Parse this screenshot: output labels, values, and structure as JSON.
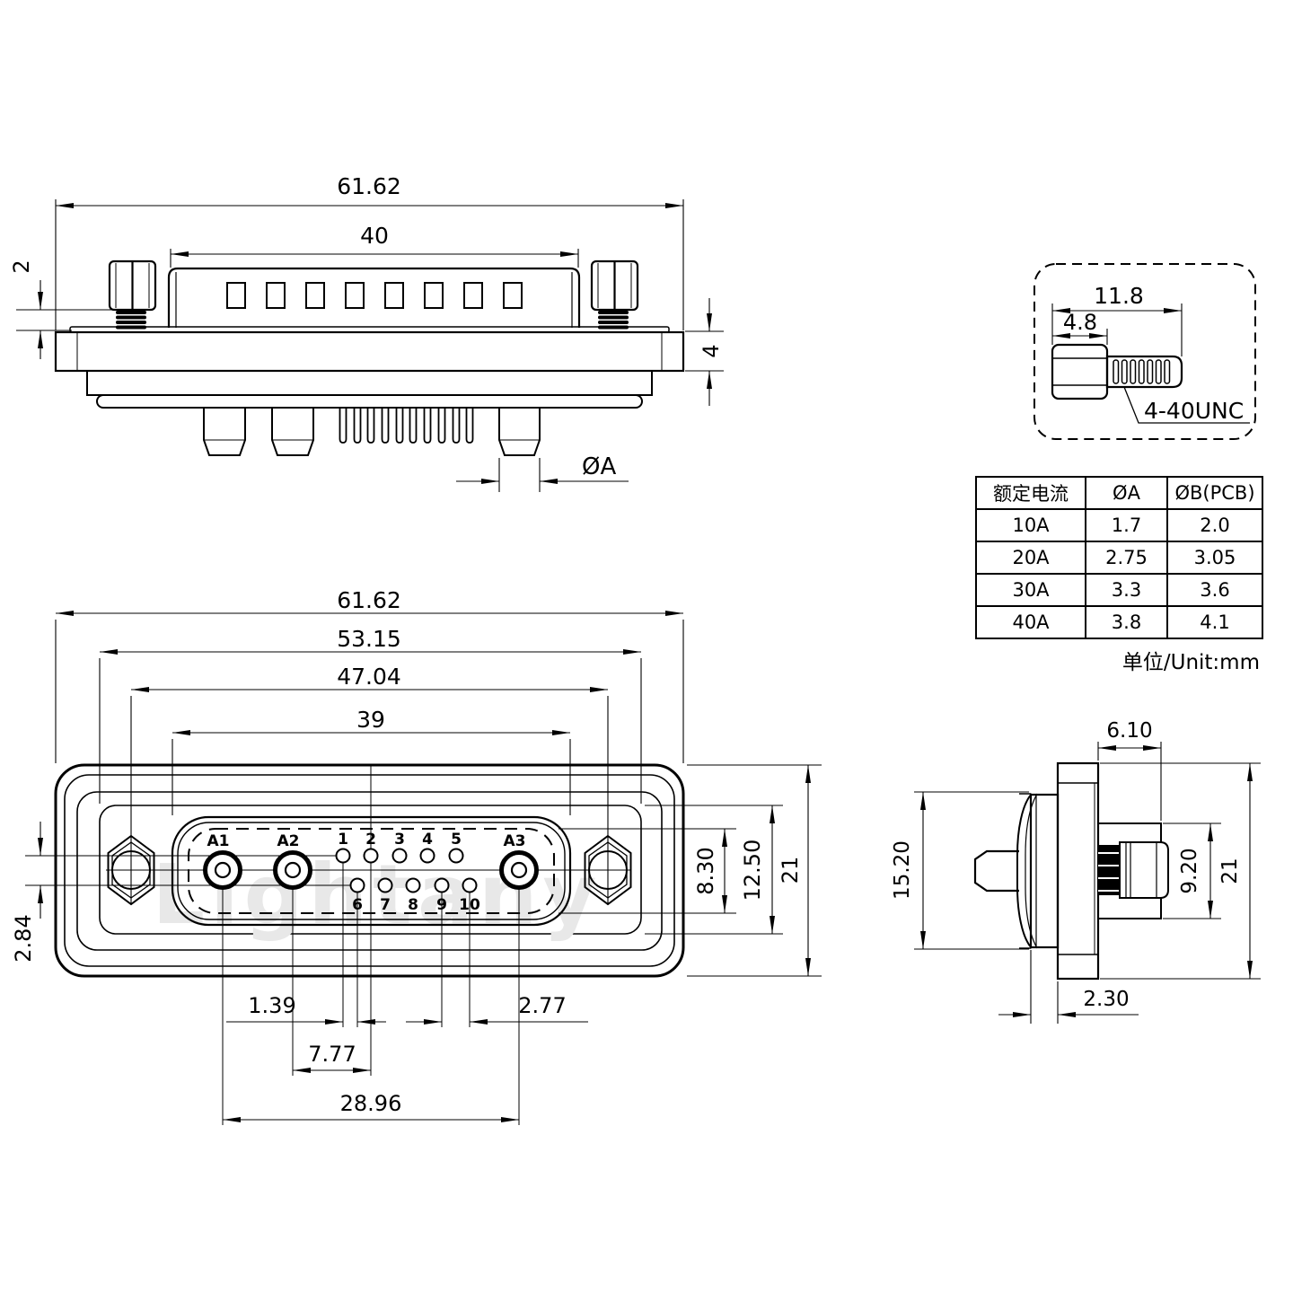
{
  "watermark": {
    "text": "Lightany"
  },
  "top_view": {
    "dims": {
      "overall_width": "61.62",
      "body_width": "40",
      "screw_gap": "2",
      "flange_thickness": "4",
      "pin_diameter": "ØA"
    }
  },
  "screw_detail": {
    "dims": {
      "total_length": "11.8",
      "head_length": "4.8"
    },
    "thread_spec": "4-40UNC"
  },
  "spec_table": {
    "headers": [
      "额定电流",
      "ØA",
      "ØB(PCB)"
    ],
    "rows": [
      [
        "10A",
        "1.7",
        "2.0"
      ],
      [
        "20A",
        "2.75",
        "3.05"
      ],
      [
        "30A",
        "3.3",
        "3.6"
      ],
      [
        "40A",
        "3.8",
        "4.1"
      ]
    ],
    "unit_note": "单位/Unit:mm"
  },
  "front_view": {
    "dims": {
      "overall_width": "61.62",
      "panel_width": "53.15",
      "mount_hole_spacing": "47.04",
      "shroud_width": "39",
      "row_vertical_offset": "2.84",
      "pin_row_offset": "1.39",
      "pin_pitch": "2.77",
      "a2_to_pin2": "7.77",
      "a1_to_a3": "28.96",
      "insert_height": "8.30",
      "panel_height": "12.50",
      "flange_height": "21"
    },
    "pin_labels": {
      "large": [
        "A1",
        "A2",
        "A3"
      ],
      "top_row": [
        "1",
        "2",
        "3",
        "4",
        "5"
      ],
      "bottom_row": [
        "6",
        "7",
        "8",
        "9",
        "10"
      ]
    }
  },
  "side_view": {
    "dims": {
      "standoff_depth": "6.10",
      "shell_height": "15.20",
      "screw_block_height": "9.20",
      "flange_height": "21",
      "lip_depth": "2.30"
    }
  }
}
